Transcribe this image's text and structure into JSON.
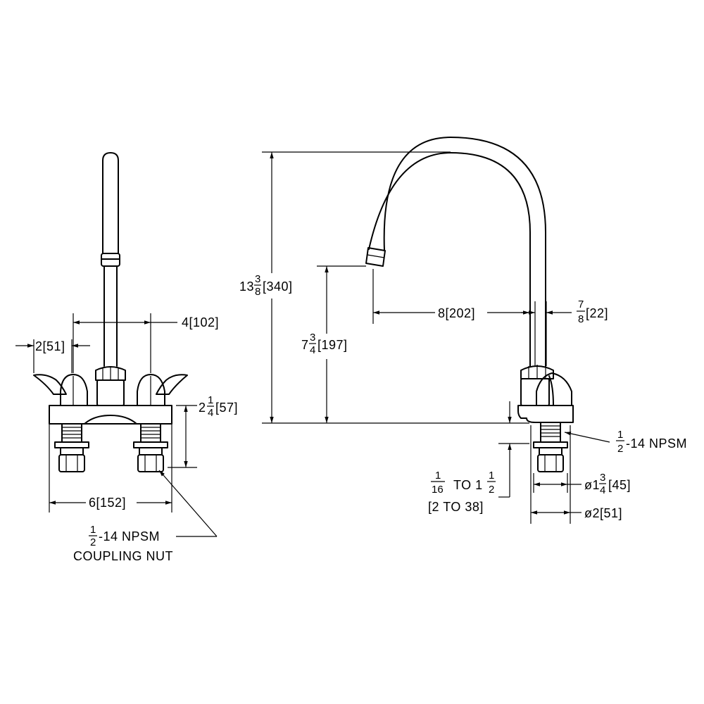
{
  "front_view": {
    "spacing_4": {
      "whole": "4",
      "metric": "[102]"
    },
    "handle_2": {
      "whole": "2",
      "metric": "[51]"
    },
    "height_2_1_4": {
      "whole": "2",
      "num": "1",
      "den": "4",
      "metric": "[57]"
    },
    "width_6": {
      "whole": "6",
      "metric": "[152]"
    },
    "thread_note": {
      "num": "1",
      "den": "2",
      "rest": "-14  NPSM",
      "line2": "COUPLING  NUT"
    }
  },
  "side_view": {
    "height_13_3_8": {
      "whole": "13",
      "num": "3",
      "den": "8",
      "metric": "[340]"
    },
    "outlet_7_3_4": {
      "whole": "7",
      "num": "3",
      "den": "4",
      "metric": "[197]"
    },
    "reach_8": {
      "whole": "8",
      "metric": "[202]"
    },
    "tube_7_8": {
      "num": "7",
      "den": "8",
      "metric": "[22]"
    },
    "thread_note": {
      "num": "1",
      "den": "2",
      "rest": "-14  NPSM"
    },
    "deck_range": {
      "num1": "1",
      "den1": "16",
      "mid": "TO  1",
      "num2": "1",
      "den2": "2",
      "line2": "[2  TO  38]"
    },
    "dia_1_3_4": {
      "prefix": "ø1",
      "num": "3",
      "den": "4",
      "metric": "[45]"
    },
    "dia_2": {
      "prefix": "ø2",
      "metric": "[51]"
    }
  }
}
